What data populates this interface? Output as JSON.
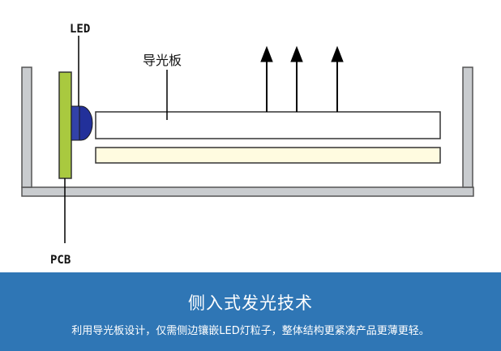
{
  "diagram": {
    "labels": {
      "led": "LED",
      "light_guide": "导光板",
      "pcb": "PCB"
    },
    "colors": {
      "frame_fill": "#c9cccf",
      "frame_stroke": "#555555",
      "pcb_fill": "#a9c93f",
      "led_fill": "#22309a",
      "guide_fill": "#ffffff",
      "diffuser_fill": "#fffbe0",
      "arrow_color": "#000000"
    }
  },
  "banner": {
    "title": "侧入式发光技术",
    "description": "利用导光板设计，仅需侧边镶嵌LED灯粒子，整体结构更紧凑产品更薄更轻。",
    "background": "#2f76b5"
  }
}
